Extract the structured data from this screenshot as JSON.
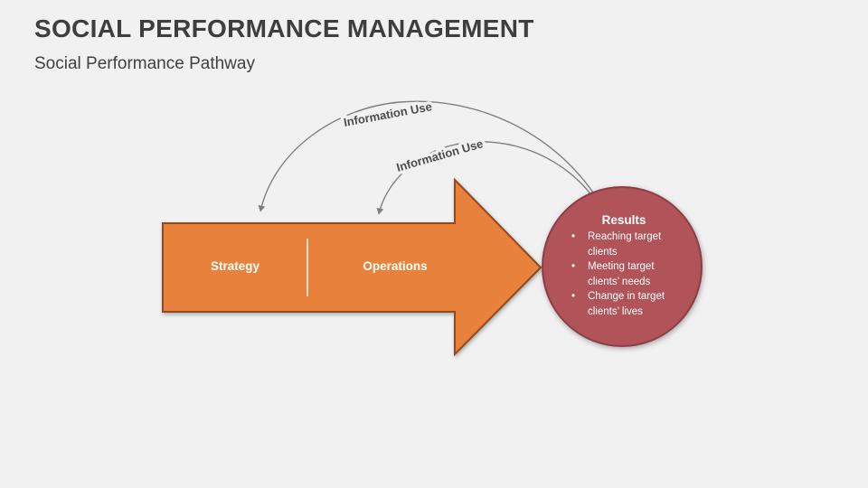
{
  "slide": {
    "title": "SOCIAL PERFORMANCE MANAGEMENT",
    "subtitle": "Social Performance Pathway"
  },
  "diagram": {
    "process_arrow": {
      "segments": [
        {
          "label": "Strategy"
        },
        {
          "label": "Operations"
        }
      ],
      "fill_color": "#E8813C",
      "border_color": "#8F4B1D"
    },
    "results_circle": {
      "title": "Results",
      "bullet_char": "•",
      "bullets": [
        "Reaching target clients",
        "Meeting target clients’ needs",
        "Change in target clients’ lives"
      ],
      "fill_color": "#B0545A",
      "border_color": "#8D3E44"
    },
    "feedback_arrows": [
      {
        "label": "Information Use"
      },
      {
        "label": "Information Use"
      }
    ],
    "arc_color": "#7F7F7F"
  }
}
